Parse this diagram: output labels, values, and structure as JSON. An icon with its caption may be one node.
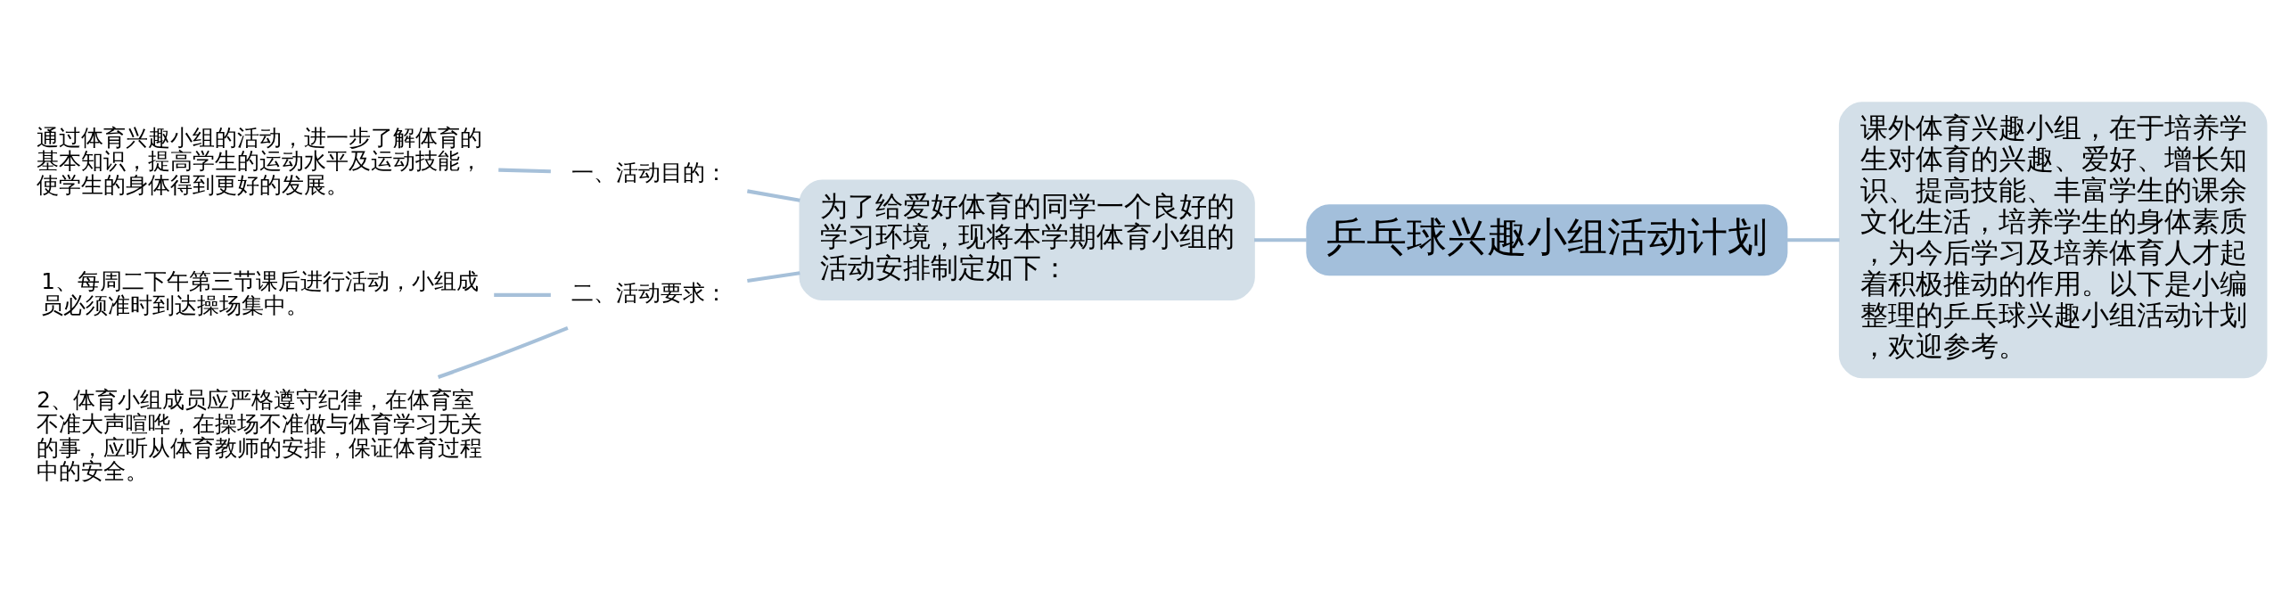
{
  "diagram": {
    "nodes": [
      {
        "text": [
          "乒乓球兴趣小组活动计划"
        ]
      },
      {
        "text": [
          "课外体育兴趣小组，在于培养学生对体育的兴趣、爱好、增长知识、提高技能、丰富学生的课余文化生活，培养学生的身体素质，为今后学习及培养体育人才起着积极推动的作用。以下是小编整理的乒乓球兴趣小组活动计划，欢迎参考。"
        ]
      },
      {
        "text": [
          "为了给爱好体育的同学一个良好的学习环境，现将本学期体育小组的活动安排制定如下："
        ]
      },
      {
        "text": [
          "一、活动目的："
        ]
      },
      {
        "text": [
          "通过体育兴趣小组的活动，进一步了解体育的基本知识，提高学生的运动水平及运动技能，使学生的身体得到更好的发展。"
        ]
      },
      {
        "text": [
          "二、活动要求："
        ]
      },
      {
        "text": [
          "1、每周二下午第三节课后进行活动，小组成员必须准时到达操场集中。"
        ]
      },
      {
        "text": [
          "2、体育小组成员应严格遵守纪律，在体育室不准大声喧哗，在操场不准做与体育学习无关的事，应听从体育教师的安排，保证体育过程中的安全。"
        ]
      }
    ],
    "edges": [
      {
        "from": 1,
        "to": 0,
        "arrow": "none"
      },
      {
        "from": 0,
        "to": 2,
        "arrow": "none"
      },
      {
        "from": 2,
        "to": 3,
        "arrow": "none"
      },
      {
        "from": 2,
        "to": 5,
        "arrow": "none"
      },
      {
        "from": 3,
        "to": 4,
        "arrow": "none"
      },
      {
        "from": 5,
        "to": 6,
        "arrow": "none"
      },
      {
        "from": 5,
        "to": 7,
        "arrow": "none"
      }
    ]
  }
}
